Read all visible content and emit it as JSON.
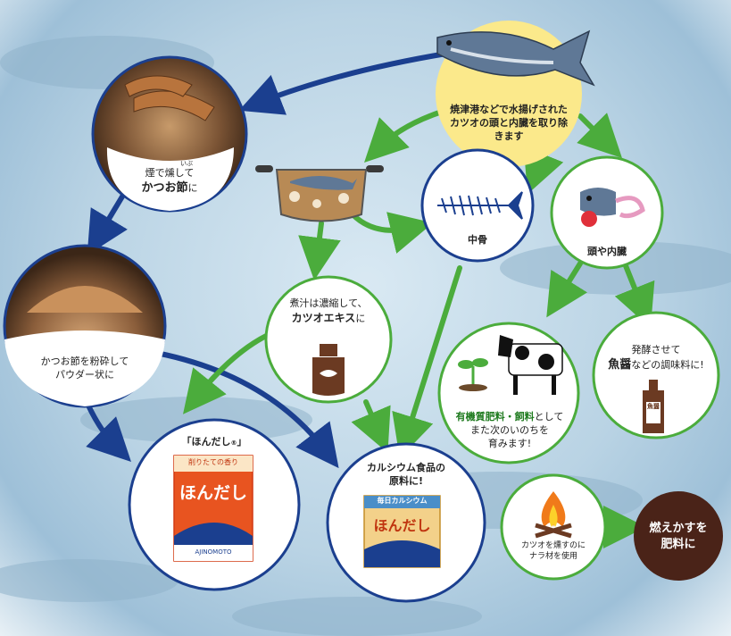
{
  "nodes": {
    "katsuo_fish": {
      "text": "焼津港などで水揚げされたカツオの頭と内臓を取り除きます"
    },
    "smoke": {
      "ruby": "いぶ",
      "line1": "燻して",
      "prefix": "煙で",
      "bold": "かつお節",
      "suffix": "に"
    },
    "powder": {
      "line1": "かつお節を粉砕して",
      "line2": "パウダー状に"
    },
    "broth": {
      "line1": "煮汁は濃縮して、",
      "bold": "カツオエキス",
      "suffix": "に"
    },
    "bone": {
      "label": "中骨"
    },
    "head": {
      "label": "頭や内臓"
    },
    "fertilizer": {
      "bold": "有機質肥料・飼料",
      "line1": "として",
      "line2": "また次のいのちを",
      "line3": "育みます!"
    },
    "seasoning": {
      "line1": "発酵させて",
      "bold": "魚醤",
      "line2": "などの調味料に!",
      "bottle_label": "魚醤"
    },
    "hondashi": {
      "title": "「ほんだし",
      "title_mark": "®",
      "title_end": "」",
      "pkg_name": "ほんだし",
      "pkg_top": "削りたての香り",
      "pkg_brand": "AJINOMOTO"
    },
    "calcium": {
      "line1": "カルシウム食品の",
      "line2": "原料に!",
      "pkg_name": "ほんだし",
      "pkg_top": "毎日カルシウム"
    },
    "fire": {
      "line1": "カツオを燻すのに",
      "line2": "ナラ材を使用"
    },
    "compost": {
      "line1": "燃えかすを",
      "line2": "肥料に"
    }
  },
  "colors": {
    "green": "#4bac3c",
    "navy": "#1b3f8f",
    "yellow": "#fbe98b",
    "circle_border": "#4bac3c",
    "dark_circle": "#4a2318"
  }
}
